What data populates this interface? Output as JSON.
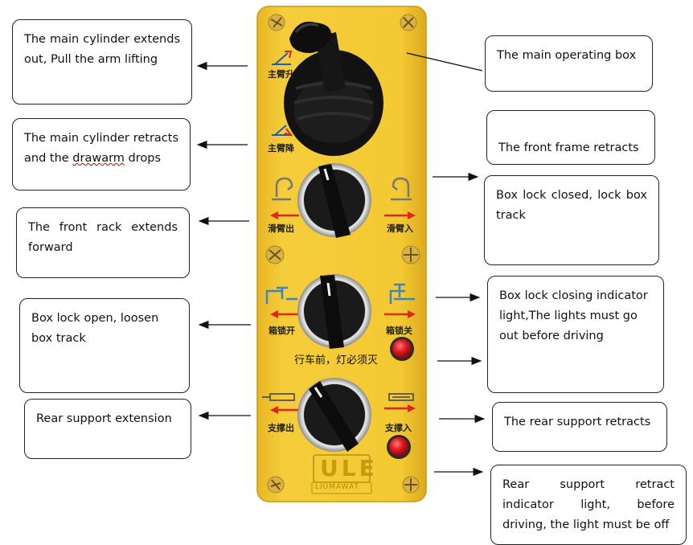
{
  "callouts": {
    "main_cylinder_extends": "The main cylinder extends out, Pull the arm lifting",
    "main_cylinder_retracts_a": "The main cylinder retracts and the ",
    "main_cylinder_retracts_b": "drawarm",
    "main_cylinder_retracts_c": " drops",
    "front_rack_extends": "The front rack extends forward",
    "box_lock_open": "Box lock open, loosen box track",
    "rear_support_extension": "Rear support extension",
    "main_operating_box": "The main operating box",
    "front_frame_retracts": "The front frame retracts",
    "box_lock_closed": "Box lock closed, lock box track",
    "box_lock_indicator": "Box lock closing indicator light,The lights must go out before driving",
    "rear_support_retracts": "The rear support retracts",
    "rear_support_indicator": "Rear support retract indicator light, before driving, the light must be off"
  },
  "panel": {
    "arm_up": "主臂升",
    "arm_down": "主臂降",
    "slide_out": "滑臂出",
    "slide_in": "滑臂入",
    "lock_open": "箱锁开",
    "lock_close": "箱锁关",
    "warning": "行车前，灯必须灭",
    "support_out": "支撑出",
    "support_in": "支撑入",
    "logo_top": "ULE",
    "logo_bottom": "LIUMAWAT"
  },
  "colors": {
    "panel_yellow": "#f2c631",
    "panel_edge": "#d9a514",
    "knob_black": "#151515",
    "indicator_red": "#d9141b",
    "arrow_red": "#e0261b",
    "screw_gold": "#caa240"
  }
}
